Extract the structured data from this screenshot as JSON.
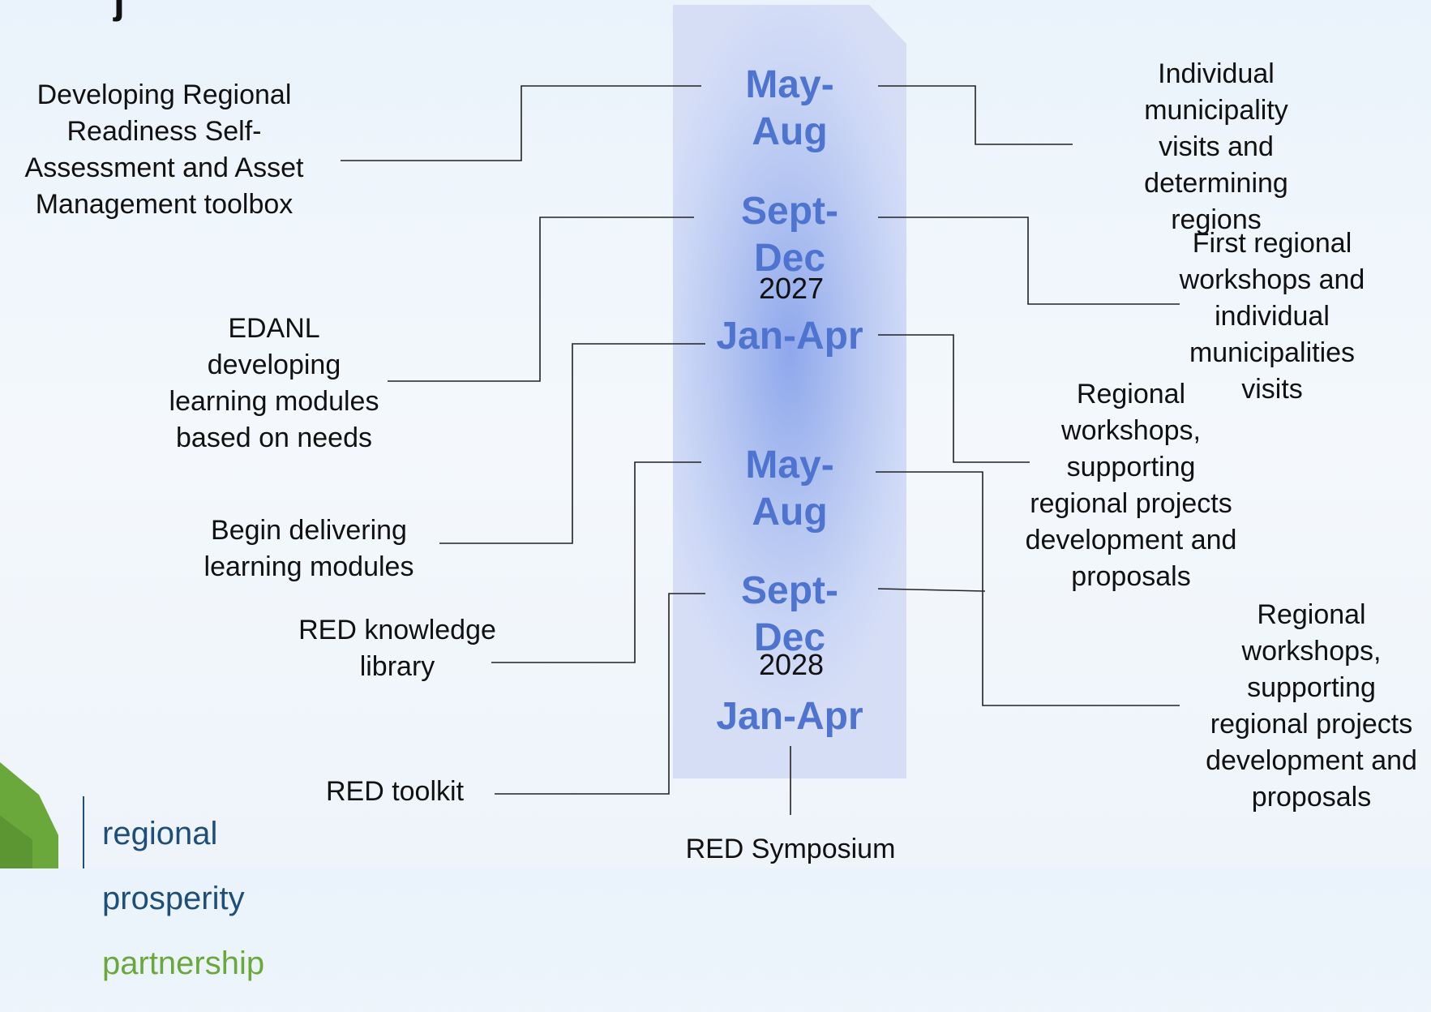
{
  "timeline": {
    "periods": [
      {
        "label": "May-\nAug"
      },
      {
        "label": "Sept-\nDec"
      },
      {
        "label": "Jan-Apr"
      },
      {
        "label": "May-\nAug"
      },
      {
        "label": "Sept-\nDec"
      },
      {
        "label": "Jan-Apr"
      }
    ],
    "years": [
      "2027",
      "2028"
    ]
  },
  "left_notes": [
    "Developing Regional\nReadiness Self-\nAssessment and Asset\nManagement toolbox",
    "EDANL\ndeveloping\nlearning modules\nbased on needs",
    "Begin delivering\nlearning modules",
    "RED knowledge\nlibrary",
    "RED toolkit"
  ],
  "right_notes": [
    "Individual\nmunicipality\nvisits and\ndetermining\nregions",
    "First regional\nworkshops and\nindividual\nmunicipalities\nvisits",
    "Regional\nworkshops,\nsupporting\nregional projects\ndevelopment and\nproposals",
    "Regional\nworkshops,\nsupporting\nregional projects\ndevelopment and\nproposals"
  ],
  "bottom_note": "RED Symposium",
  "logo": {
    "line1": "regional",
    "line2": "prosperity",
    "line3": "partnership"
  },
  "colors": {
    "period_text": "#4f74cf",
    "band": "#b4c5f1",
    "logo_green": "#6aa83b",
    "logo_blue": "#1f4e79"
  }
}
